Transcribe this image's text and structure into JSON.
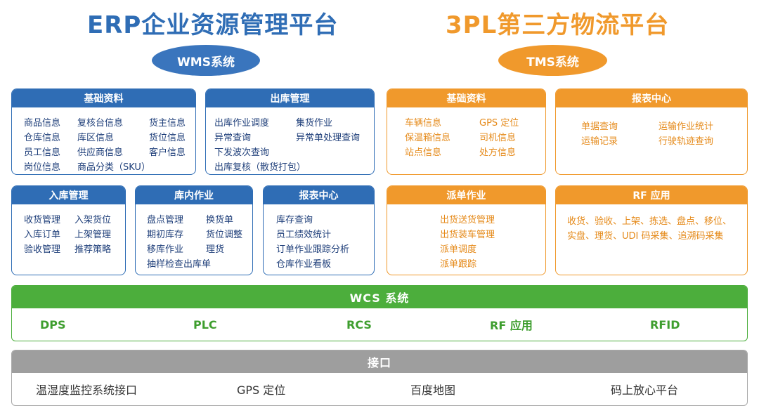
{
  "titles": {
    "erp": "ERP企业资源管理平台",
    "tpl": "3PL第三方物流平台"
  },
  "pills": {
    "wms": "WMS系统",
    "tms": "TMS系统"
  },
  "wms": {
    "basic": {
      "header": "基础资料",
      "items": [
        "商品信息",
        "复核台信息",
        "货主信息",
        "仓库信息",
        "库区信息",
        "货位信息",
        "员工信息",
        "供应商信息",
        "客户信息",
        "岗位信息",
        "商品分类（SKU）"
      ]
    },
    "outbound": {
      "header": "出库管理",
      "items": [
        "出库作业调度",
        "集货作业",
        "异常查询",
        "异常单处理查询",
        "下发波次查询",
        "出库复核（散货打包）"
      ]
    },
    "inbound": {
      "header": "入库管理",
      "items": [
        "收货管理",
        "入架货位",
        "入库订单",
        "上架管理",
        "验收管理",
        "推荐策略"
      ]
    },
    "warehouse": {
      "header": "库内作业",
      "items": [
        "盘点管理",
        "换货单",
        "期初库存",
        "货位调整",
        "移库作业",
        "理货",
        "抽样检查出库单"
      ]
    },
    "report": {
      "header": "报表中心",
      "items": [
        "库存查询",
        "员工绩效统计",
        "订单作业跟踪分析",
        "仓库作业看板"
      ]
    }
  },
  "tms": {
    "basic": {
      "header": "基础资料",
      "items": [
        "车辆信息",
        "GPS 定位",
        "保温箱信息",
        "司机信息",
        "站点信息",
        "处方信息"
      ]
    },
    "report": {
      "header": "报表中心",
      "items": [
        "单据查询",
        "运输作业统计",
        "运输记录",
        "行驶轨迹查询"
      ]
    },
    "dispatch": {
      "header": "派单作业",
      "items": [
        "出货送货管理",
        "出货装车管理",
        "派单调度",
        "派单跟踪"
      ]
    },
    "rf": {
      "header": "RF 应用",
      "text": "收货、验收、上架、拣选、盘点、移位、实盘、理货、UDI 码采集、追溯码采集"
    }
  },
  "wcs": {
    "header": "WCS 系统",
    "items": [
      "DPS",
      "PLC",
      "RCS",
      "RF 应用",
      "RFID"
    ]
  },
  "interface": {
    "header": "接口",
    "items": [
      "温湿度监控系统接口",
      "GPS 定位",
      "百度地图",
      "码上放心平台"
    ]
  }
}
